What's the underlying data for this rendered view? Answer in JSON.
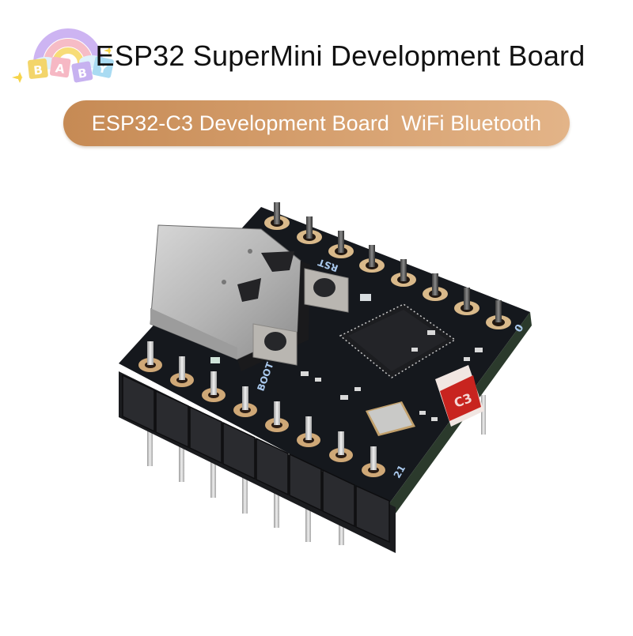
{
  "header": {
    "title": "ESP32 SuperMini Development Board",
    "logo": {
      "icon": "rainbow-baby-blocks-logo",
      "blocks": [
        "B",
        "A",
        "B",
        "Y"
      ],
      "block_colors": [
        "#f3d56a",
        "#f6b8c4",
        "#c7b2f0",
        "#a9dbf2"
      ],
      "rainbow_colors": [
        "#cdb4f2",
        "#f6bcc6",
        "#f7dc78"
      ]
    }
  },
  "banner": {
    "text": "ESP32-C3 Development Board  WiFi Bluetooth",
    "gradient_start": "#c68a54",
    "gradient_end": "#e3b488",
    "text_color": "#ffffff"
  },
  "product": {
    "name": "ESP32-C3 SuperMini board",
    "pcb_color": "#15181d",
    "silkscreen_color": "#a9c8ec",
    "labels": {
      "reset_button": "RST",
      "boot_button": "BOOT",
      "antenna": "C3",
      "top_pin_label": "0",
      "bottom_pin_label": "21"
    },
    "top_pin_count": 8,
    "bottom_pin_count": 8,
    "connector": "USB Type-C"
  }
}
